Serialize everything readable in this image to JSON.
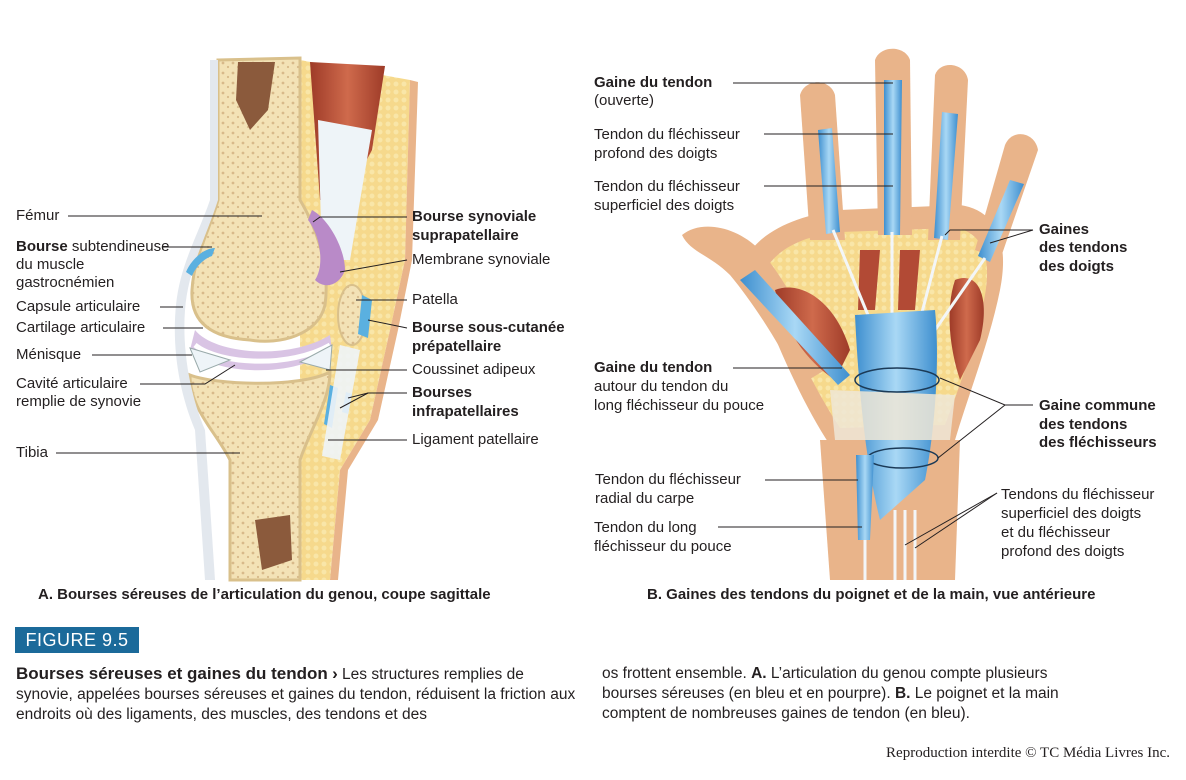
{
  "knee": {
    "femur": "Fémur",
    "bourse_subtendineuse_bold": "Bourse",
    "bourse_subtendineuse_rest": " subtendineuse",
    "bourse_subtendineuse_line2": "du muscle",
    "bourse_subtendineuse_line3": "gastrocnémien",
    "capsule": "Capsule articulaire",
    "cartilage": "Cartilage articulaire",
    "menisque": "Ménisque",
    "cavite_line1": "Cavité articulaire",
    "cavite_line2": "remplie de synovie",
    "tibia": "Tibia",
    "bourse_supra_line1": "Bourse synoviale",
    "bourse_supra_line2": "suprapatellaire",
    "membrane": "Membrane synoviale",
    "patella": "Patella",
    "bourse_sous_line1": "Bourse sous-cutanée",
    "bourse_sous_line2": "prépatellaire",
    "coussinet": "Coussinet adipeux",
    "bourses_infra_line1": "Bourses",
    "bourses_infra_line2": "infrapatellaires",
    "ligament": "Ligament patellaire",
    "caption": "A. Bourses séreuses de l’articulation du genou, coupe sagittale"
  },
  "hand": {
    "gaine_tendon_bold": "Gaine du tendon",
    "gaine_tendon_sub": "(ouverte)",
    "fl_profond_line1": "Tendon du fléchisseur",
    "fl_profond_line2": "profond des doigts",
    "fl_superficiel_line1": "Tendon du fléchisseur",
    "fl_superficiel_line2": "superficiel des doigts",
    "gaines_doigts_line1": "Gaines",
    "gaines_doigts_line2": "des tendons",
    "gaines_doigts_line3": "des doigts",
    "gaine_pouce_bold": "Gaine du tendon",
    "gaine_pouce_line2": "autour du tendon du",
    "gaine_pouce_line3": "long fléchisseur du pouce",
    "gaine_commune_line1": "Gaine commune",
    "gaine_commune_line2": "des tendons",
    "gaine_commune_line3": "des fléchisseurs",
    "radial_line1": "Tendon du fléchisseur",
    "radial_line2": "radial du carpe",
    "long_pouce_line1": "Tendon du long",
    "long_pouce_line2": "fléchisseur du pouce",
    "tendons_fl_line1": "Tendons du fléchisseur",
    "tendons_fl_line2": "superficiel des doigts",
    "tendons_fl_line3": "et du fléchisseur",
    "tendons_fl_line4": "profond des doigts",
    "caption": "B. Gaines des tendons du poignet et de la main, vue antérieure"
  },
  "figure": {
    "badge": "FIGURE 9.5",
    "title": "Bourses séreuses et gaines du tendon",
    "arrow": "›",
    "text_col1": " Les structures remplies de synovie, appelées bourses séreuses et gaines du tendon, réduisent la friction aux endroits où des ligaments, des muscles, des tendons et des",
    "text_col2_a": "os frottent ensemble. ",
    "text_col2_A": "A.",
    "text_col2_b": " L’articulation du genou compte plusieurs bourses séreuses (en bleu et en pourpre). ",
    "text_col2_B": "B.",
    "text_col2_c": " Le poignet et la main comptent de nombreuses gaines de tendon (en bleu)."
  },
  "copyright": "Reproduction interdite © TC Média Livres Inc.",
  "colors": {
    "bone": "#f2dfae",
    "marrow": "#8b5a3c",
    "skin": "#e9b48a",
    "fat": "#f7dd8f",
    "bursa_blue": "#5ab0e0",
    "synovial_purple": "#b98ac8",
    "muscle": "#b24a35",
    "sheath_blue": "#6fb6e6",
    "badge": "#1b6a9a"
  }
}
